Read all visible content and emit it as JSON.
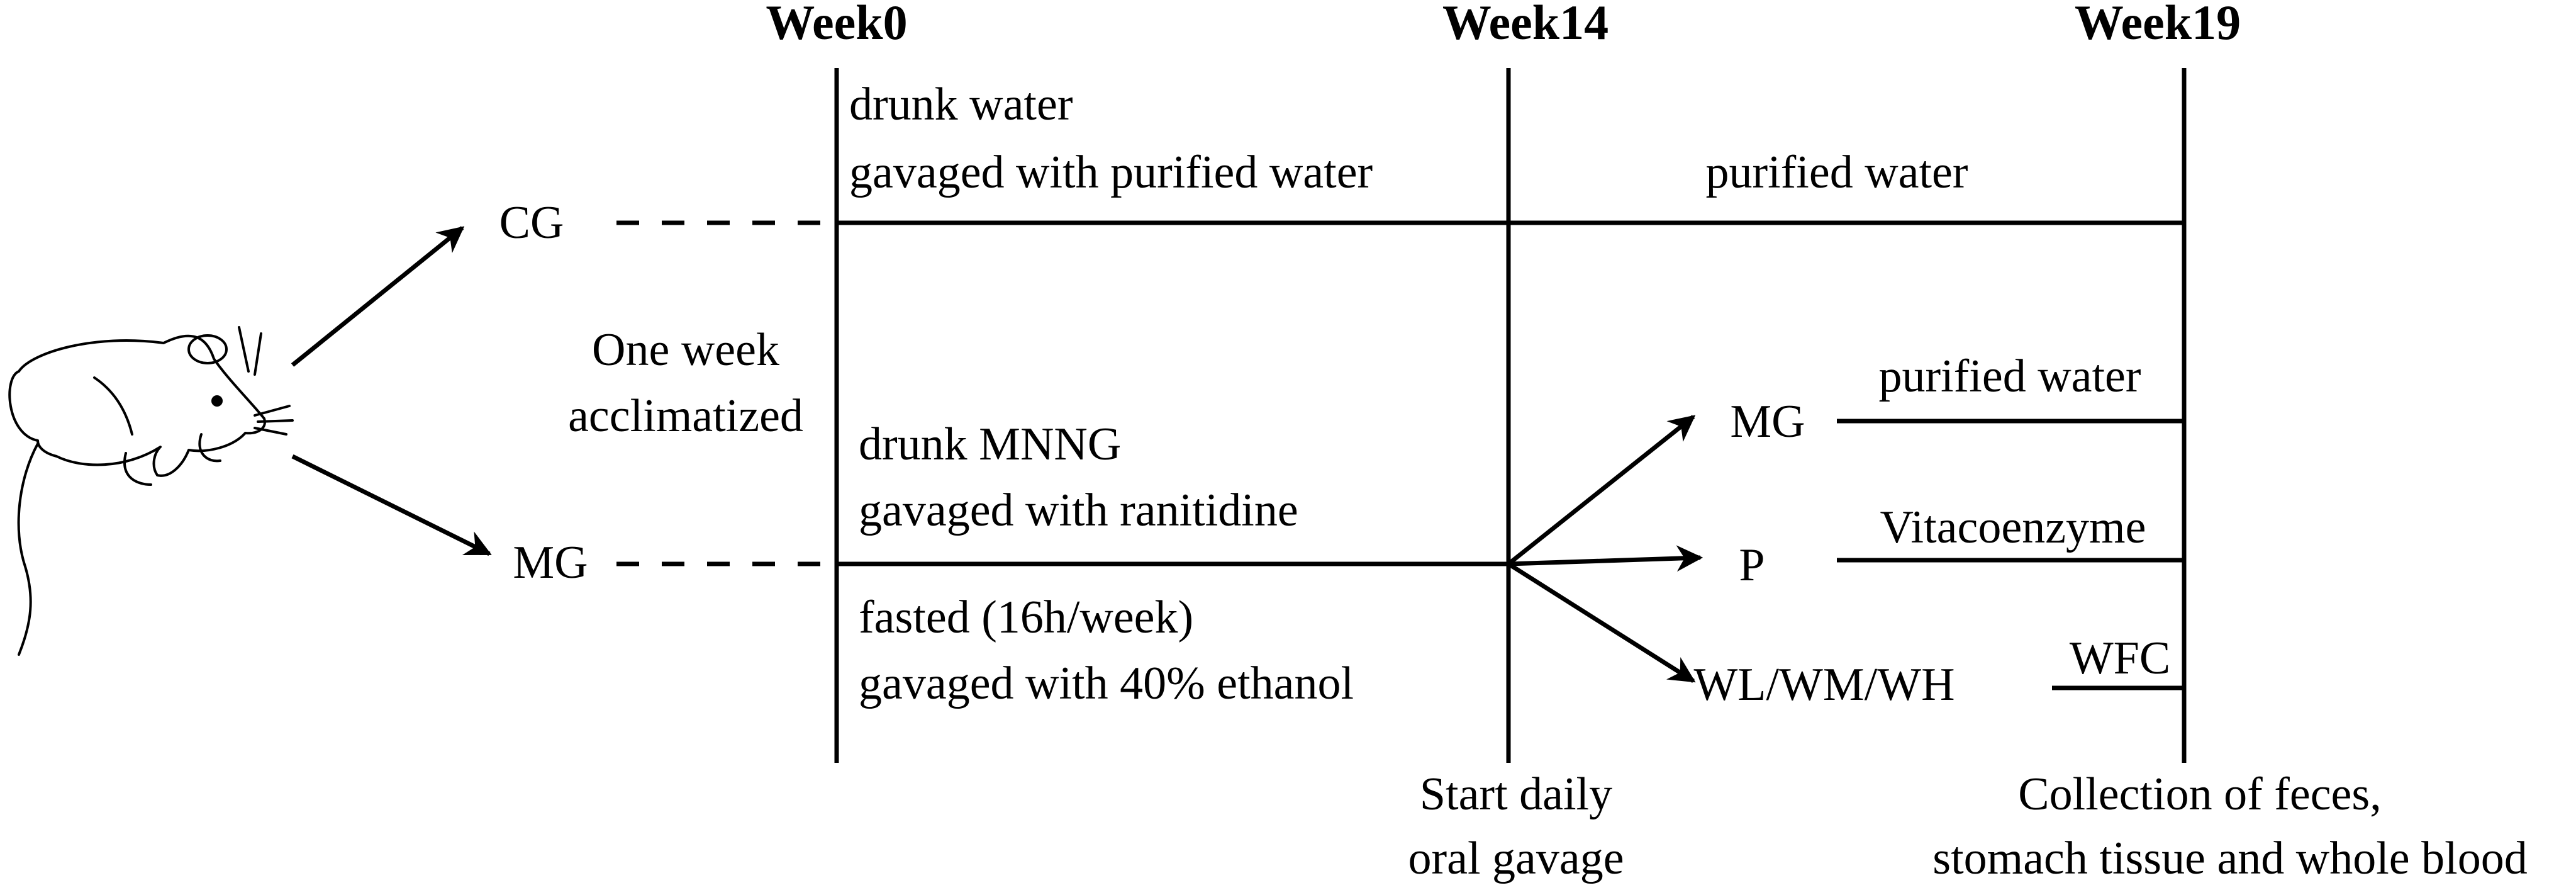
{
  "timepoints": {
    "week0": "Week0",
    "week14": "Week14",
    "week19": "Week19"
  },
  "groups": {
    "cg": "CG",
    "mg": "MG",
    "mg_split": "MG",
    "p": "P",
    "wl_wm_wh": "WL/WM/WH"
  },
  "acclimatization": {
    "line1": "One week",
    "line2": "acclimatized"
  },
  "cg_phase1": {
    "line1": "drunk water",
    "line2": "gavaged with purified water"
  },
  "cg_phase2": "purified water",
  "mg_phase1_upper": {
    "line1": "drunk MNNG",
    "line2": "gavaged with ranitidine"
  },
  "mg_phase1_lower": {
    "line1": "fasted (16h/week)",
    "line2": "gavaged with 40% ethanol"
  },
  "treatments": {
    "mg": "purified water",
    "p": "Vitacoenzyme",
    "w": "WFC"
  },
  "bottom_notes": {
    "week14_line1": "Start daily",
    "week14_line2": "oral gavage",
    "week19_line1": "Collection of feces,",
    "week19_line2": "stomach tissue and whole blood"
  },
  "icons": {
    "mouse": "mouse-icon",
    "arrow": "arrow-icon"
  },
  "colors": {
    "stroke": "#000000",
    "background": "#ffffff"
  }
}
